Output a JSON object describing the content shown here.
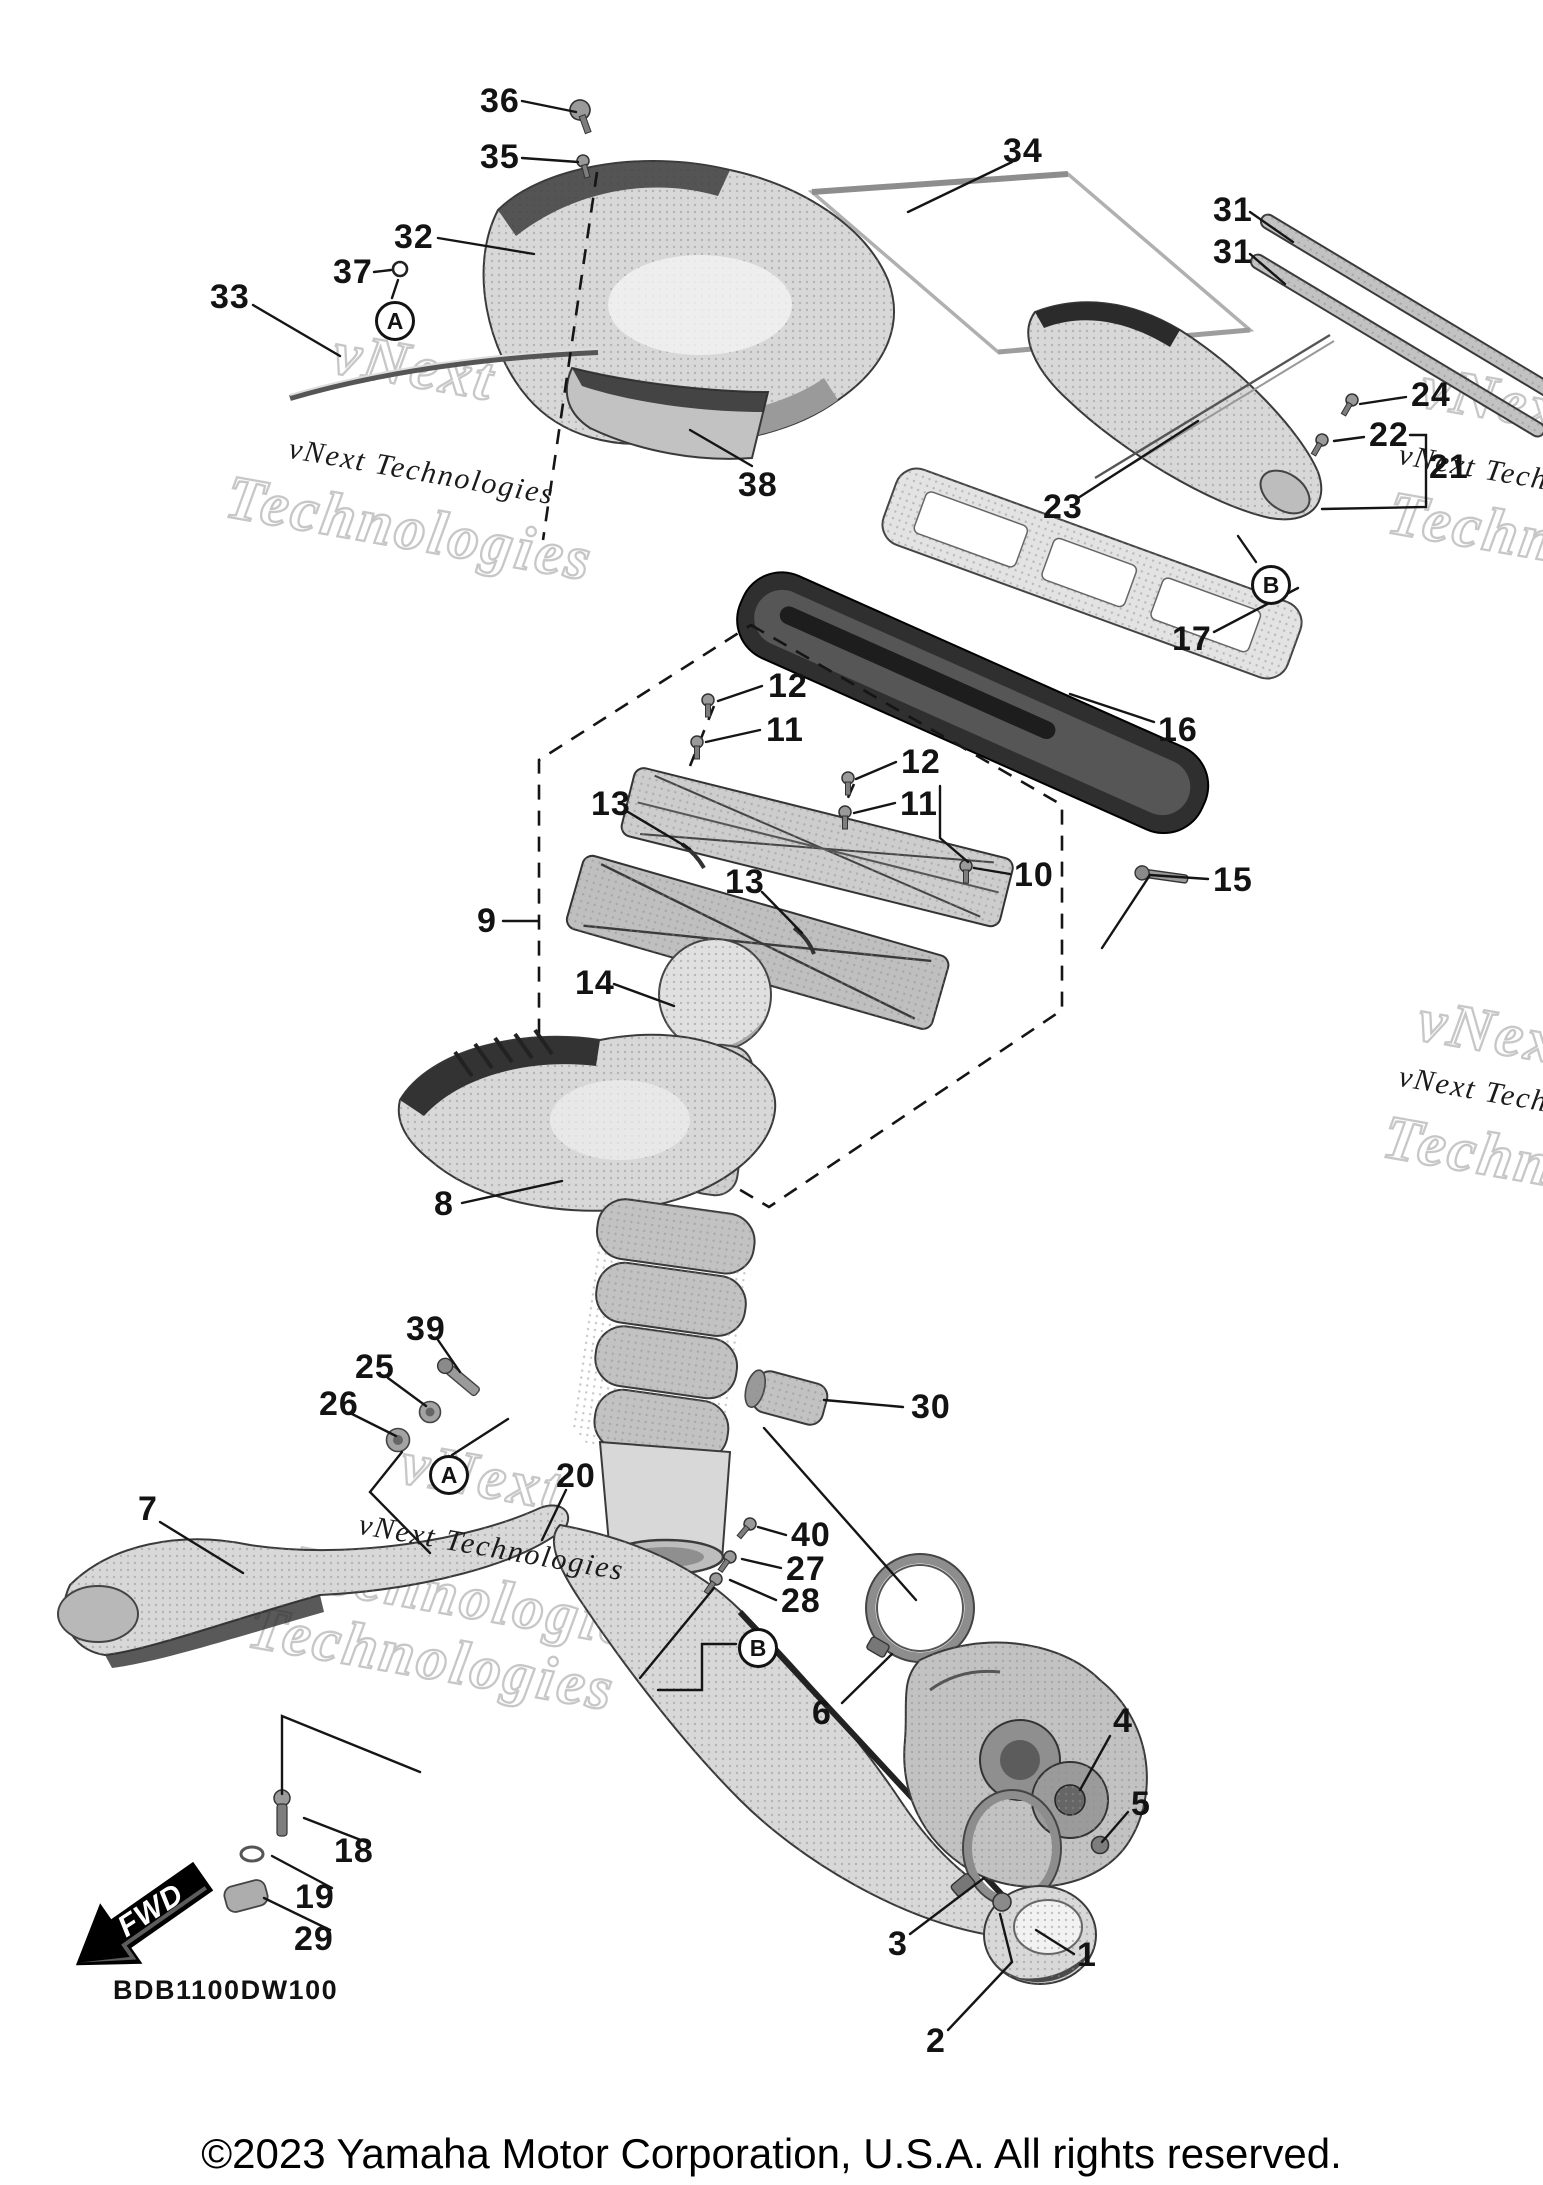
{
  "callouts": {
    "c36": "36",
    "c35": "35",
    "c32": "32",
    "c34": "34",
    "c33": "33",
    "c37": "37",
    "c38": "38",
    "c31a": "31",
    "c31b": "31",
    "c24": "24",
    "c22": "22",
    "c21": "21",
    "c23": "23",
    "c17": "17",
    "c16": "16",
    "c12a": "12",
    "c11a": "11",
    "c12b": "12",
    "c11b": "11",
    "c13a": "13",
    "c13b": "13",
    "c10": "10",
    "c15": "15",
    "c9": "9",
    "c14": "14",
    "c8": "8",
    "c39": "39",
    "c25": "25",
    "c26": "26",
    "c30": "30",
    "c7": "7",
    "c20": "20",
    "c40": "40",
    "c27": "27",
    "c28": "28",
    "c6": "6",
    "c4": "4",
    "c5": "5",
    "c3": "3",
    "c1": "1",
    "c2": "2",
    "c18": "18",
    "c19": "19",
    "c29": "29"
  },
  "refs": {
    "a": "A",
    "b": "B"
  },
  "watermark": {
    "full": "vNext Technologies",
    "name": "vNext",
    "tech": "Technologies"
  },
  "footer": {
    "fwd": "FWD",
    "code": "BDB1100DW100",
    "copyright": "©2023 Yamaha Motor Corporation, U.S.A. All rights reserved."
  },
  "colors": {
    "ink": "#131313",
    "part_light": "#d8d8d8",
    "part_mid": "#c2c2c2",
    "part_dark": "#3a3a3a",
    "watermark_outline": "#c7c7c7",
    "watermark_dark": "#1b1b1b"
  }
}
